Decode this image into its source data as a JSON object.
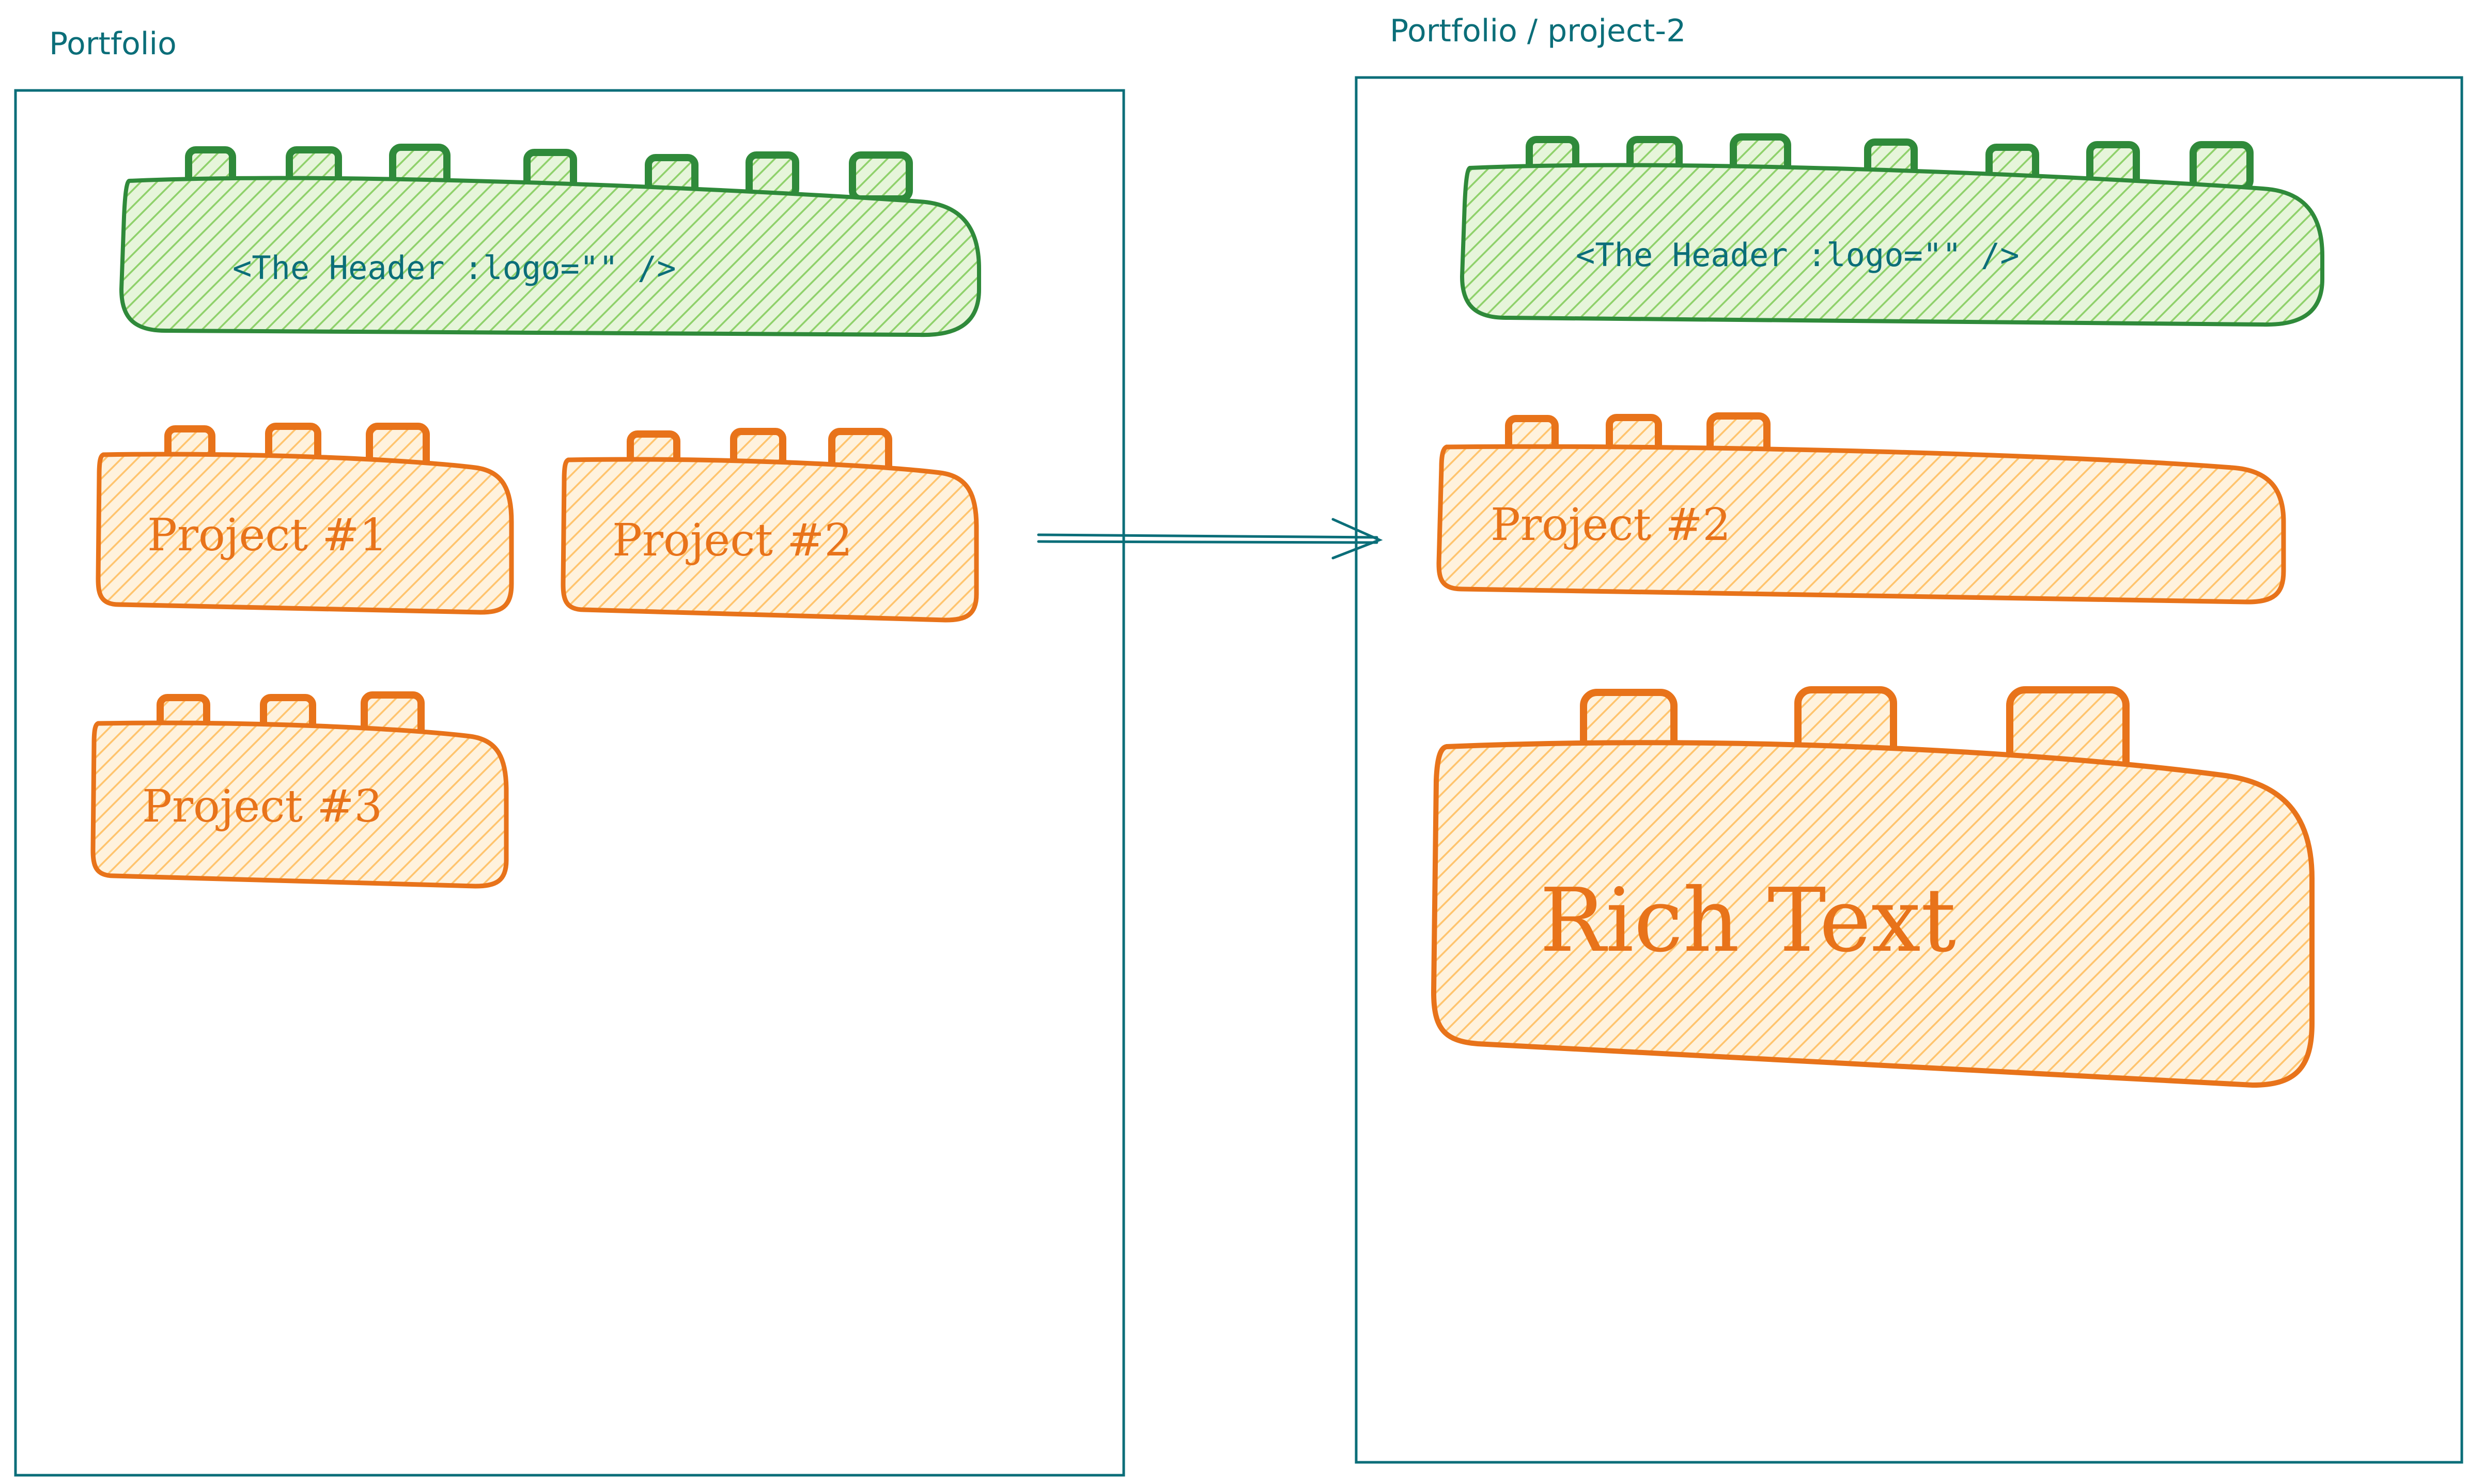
{
  "colors": {
    "frame": "#0b6e79",
    "header_stroke": "#2f8a3a",
    "header_fill": "#b6e39a",
    "block_stroke": "#e8731a",
    "block_fill": "#ffcf8a",
    "arrow": "#0b6e79"
  },
  "left_frame": {
    "title": "Portfolio",
    "header_label": "<The Header :logo=\"\" />",
    "projects": [
      {
        "label": "Project #1"
      },
      {
        "label": "Project #2"
      },
      {
        "label": "Project #3"
      }
    ]
  },
  "right_frame": {
    "title": "Portfolio / project-2",
    "header_label": "<The Header :logo=\"\" />",
    "project_label": "Project #2",
    "rich_text_label": "Rich Text"
  }
}
